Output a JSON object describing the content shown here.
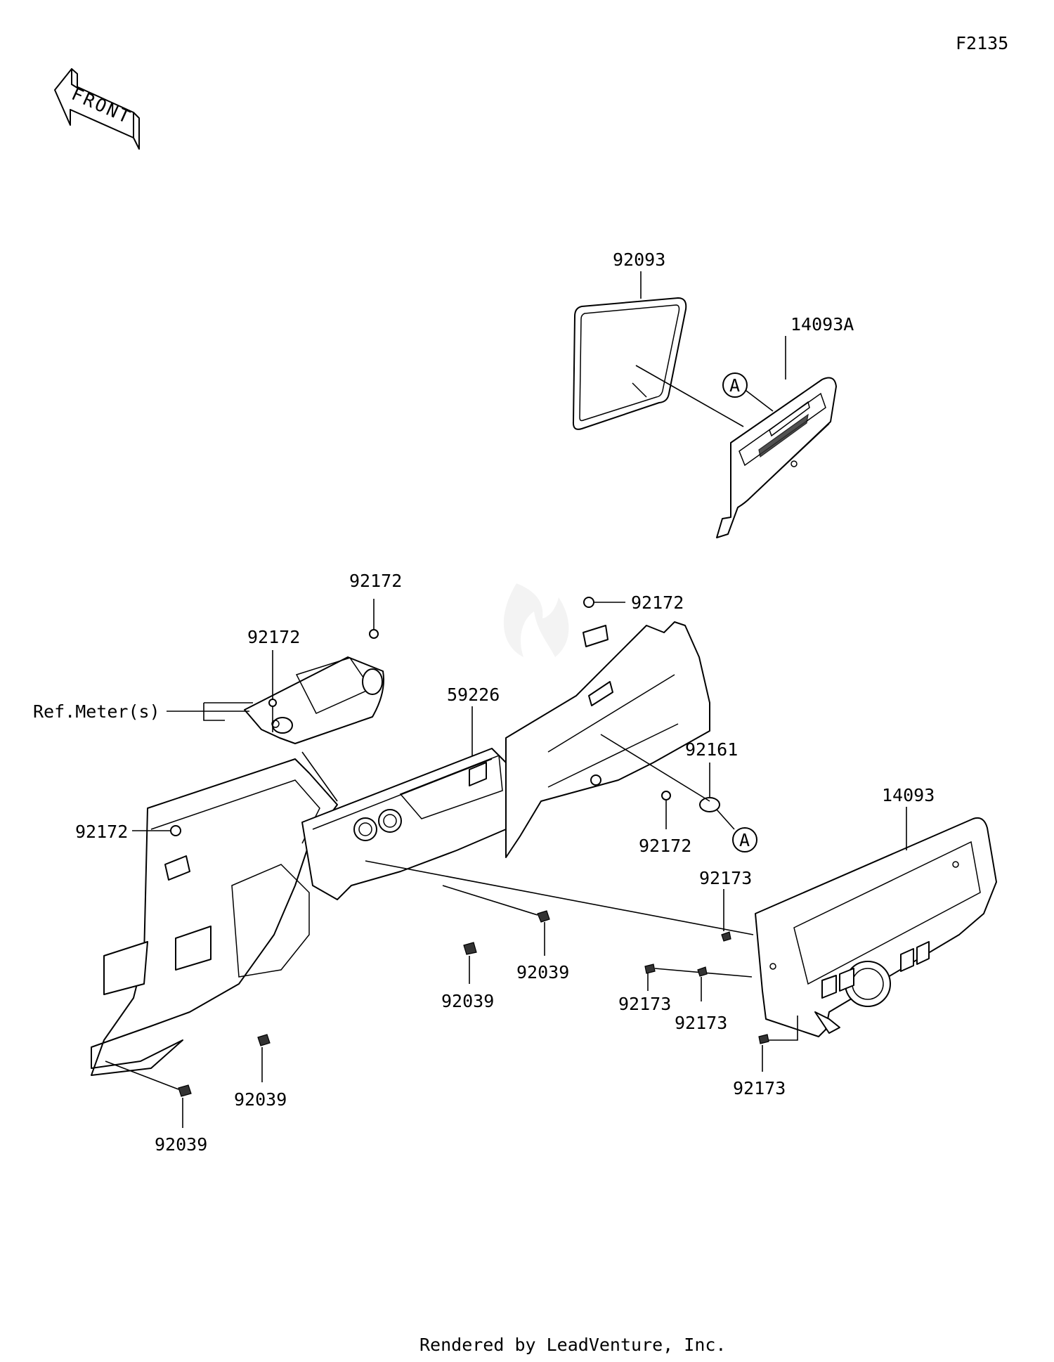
{
  "figure_code": "F2135",
  "front_arrow": {
    "label": "FRONT",
    "icon": "front-direction-arrow-icon"
  },
  "parts": [
    {
      "key": "p92093",
      "number": "92093"
    },
    {
      "key": "p14093A",
      "number": "14093A"
    },
    {
      "key": "p92172_a",
      "number": "92172"
    },
    {
      "key": "p92172_b",
      "number": "92172"
    },
    {
      "key": "p92172_c",
      "number": "92172"
    },
    {
      "key": "p92172_d",
      "number": "92172"
    },
    {
      "key": "p92172_e",
      "number": "92172"
    },
    {
      "key": "p59226",
      "number": "59226"
    },
    {
      "key": "ref_meter",
      "number": "Ref.Meter(s)"
    },
    {
      "key": "p92161",
      "number": "92161"
    },
    {
      "key": "p14093",
      "number": "14093"
    },
    {
      "key": "p92173_a",
      "number": "92173"
    },
    {
      "key": "p92173_b",
      "number": "92173"
    },
    {
      "key": "p92173_c",
      "number": "92173"
    },
    {
      "key": "p92173_d",
      "number": "92173"
    },
    {
      "key": "p92039_a",
      "number": "92039"
    },
    {
      "key": "p92039_b",
      "number": "92039"
    },
    {
      "key": "p92039_c",
      "number": "92039"
    },
    {
      "key": "p92039_d",
      "number": "92039"
    }
  ],
  "reference_marks": [
    "A",
    "A"
  ],
  "footer": "Rendered by LeadVenture, Inc."
}
